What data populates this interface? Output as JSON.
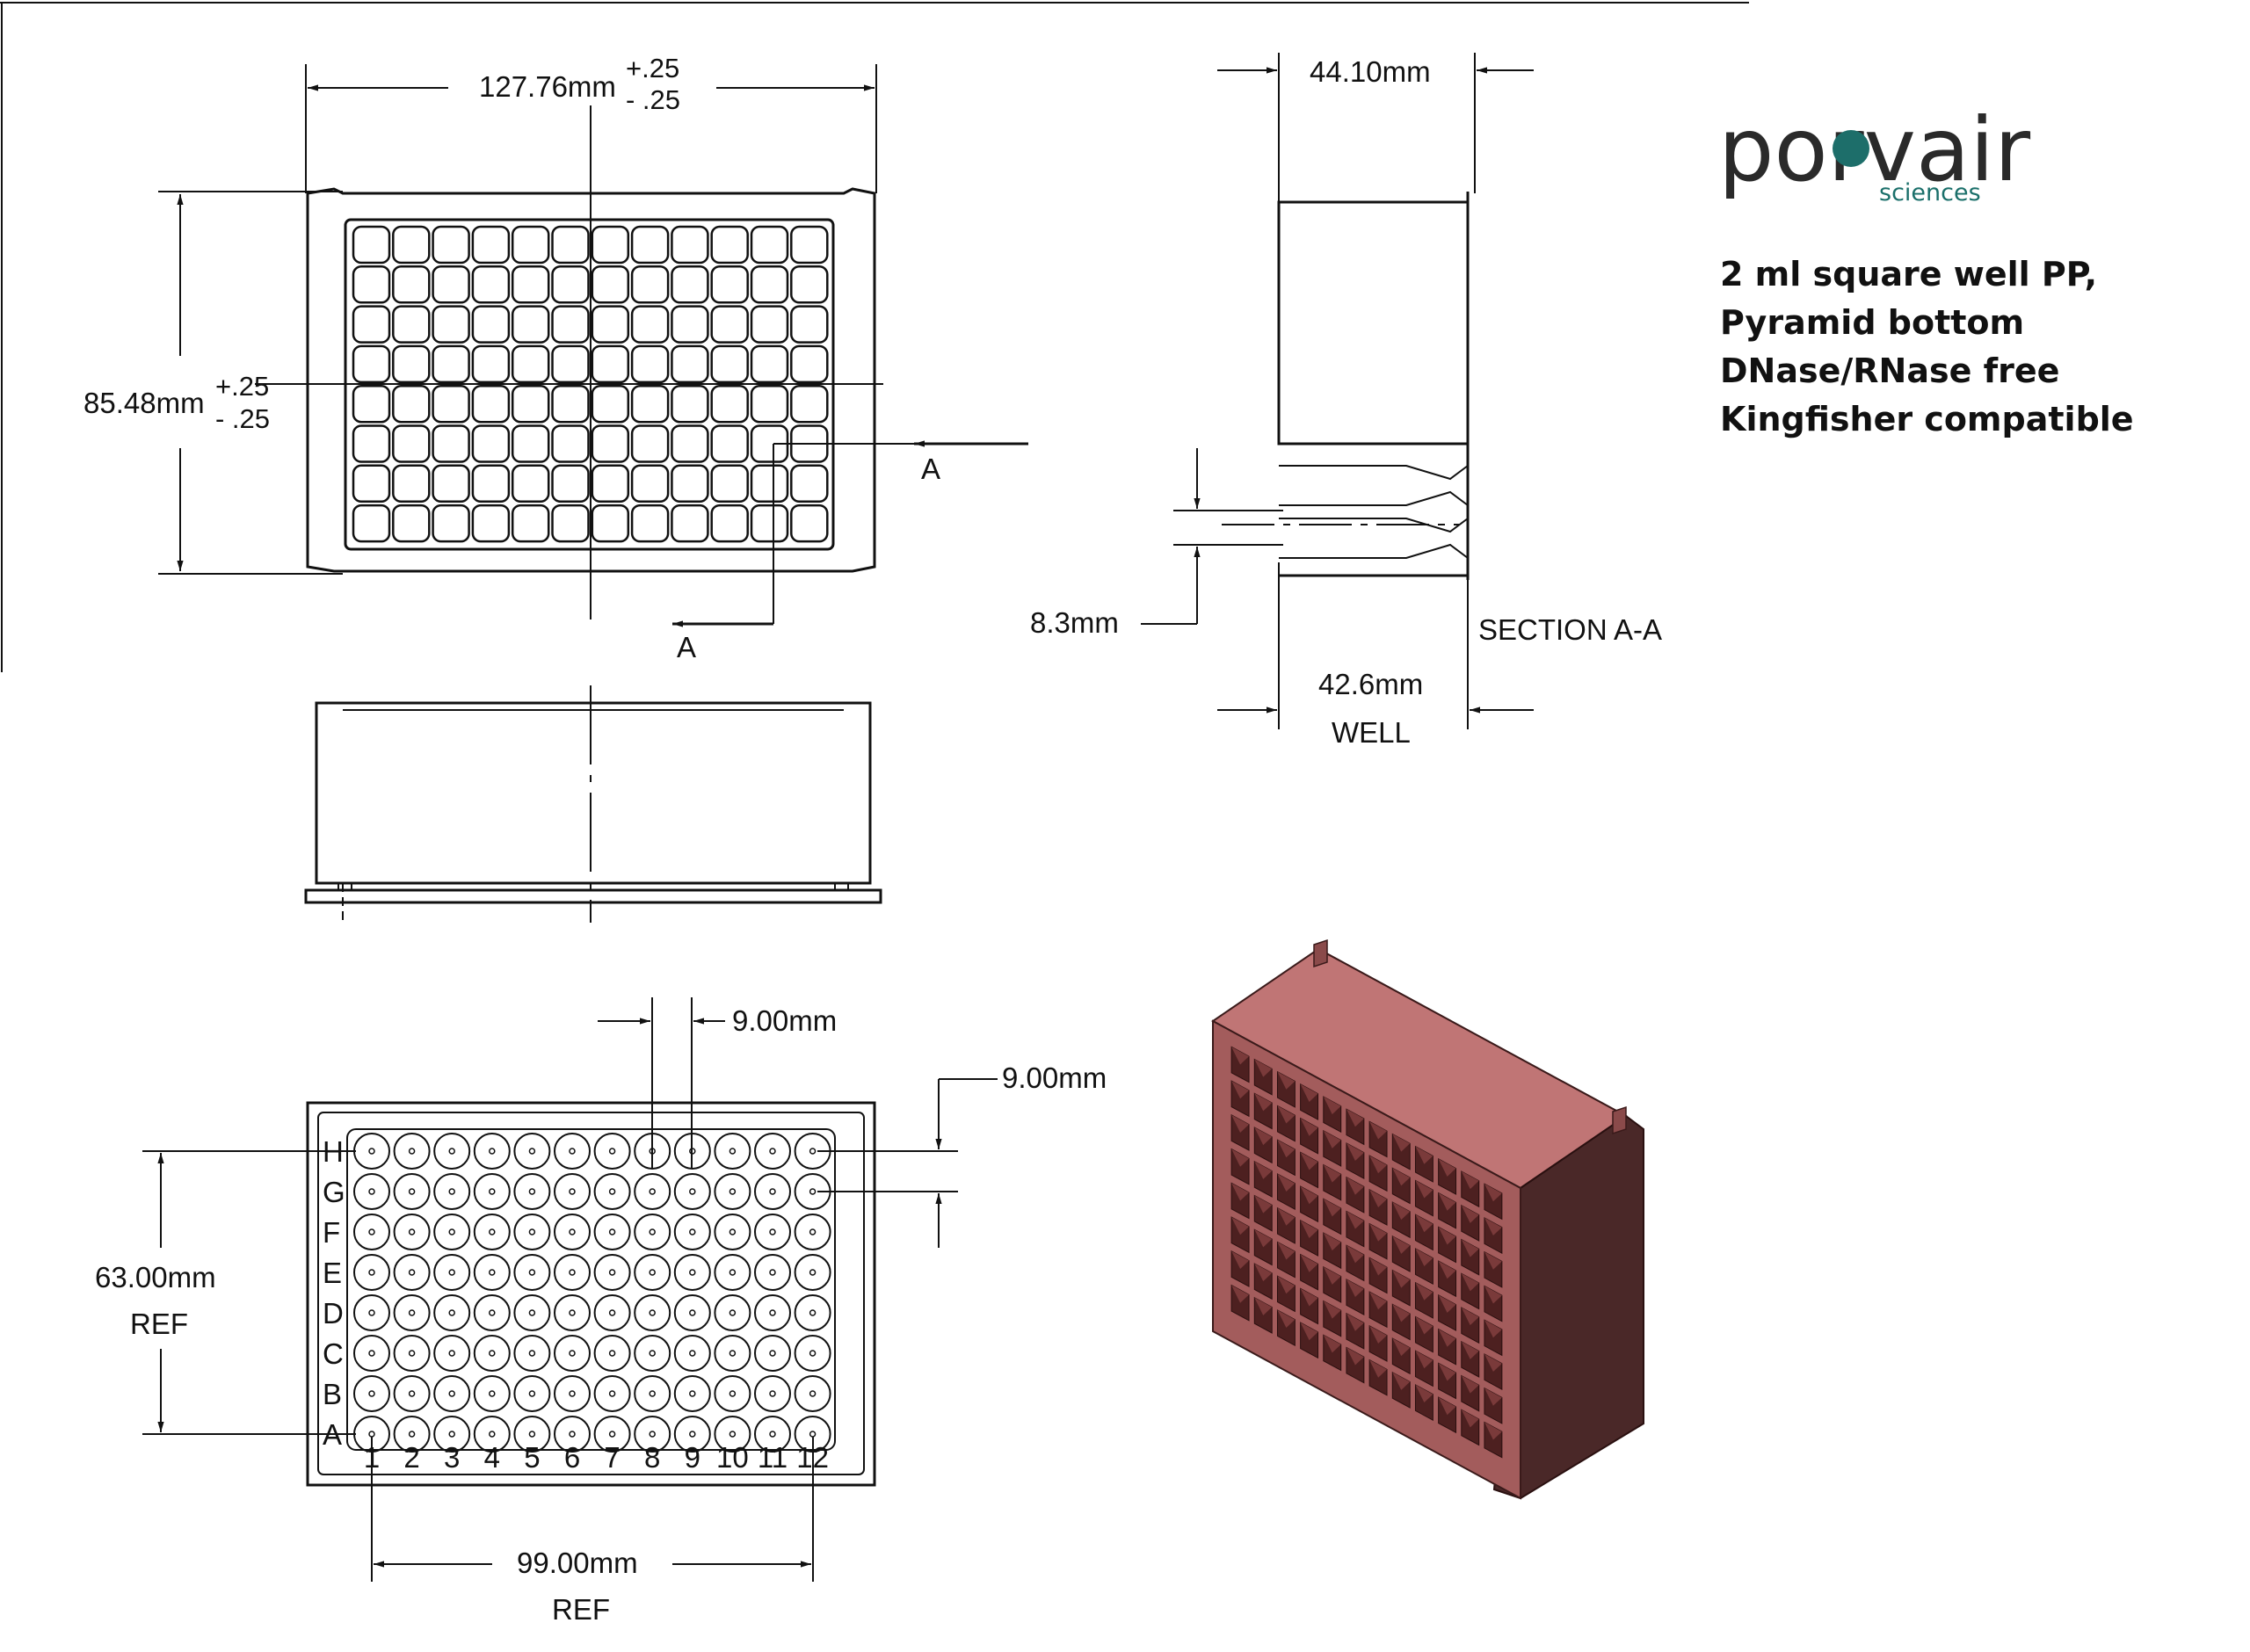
{
  "top_view": {
    "width_label": "127.76mm",
    "width_tol_plus": "+.25",
    "width_tol_minus": "- .25",
    "height_label": "85.48mm",
    "height_tol_plus": "+.25",
    "height_tol_minus": "- .25",
    "section_marker": "A"
  },
  "section_view": {
    "overall_width": "44.10mm",
    "well_step": "8.3mm",
    "well_depth": "42.6mm",
    "well_depth_caption": "WELL",
    "title": "SECTION A-A"
  },
  "layout_view": {
    "pitch_x": "9.00mm",
    "pitch_y": "9.00mm",
    "row_span": "63.00mm",
    "row_span_ref": "REF",
    "col_span": "99.00mm",
    "col_span_ref": "REF",
    "row_letters": [
      "H",
      "G",
      "F",
      "E",
      "D",
      "C",
      "B",
      "A"
    ],
    "col_numbers": [
      "1",
      "2",
      "3",
      "4",
      "5",
      "6",
      "7",
      "8",
      "9",
      "10",
      "11",
      "12"
    ]
  },
  "brand": {
    "name": "porvair",
    "sub": "sciences",
    "accent_color": "#1d6e6a"
  },
  "description": [
    "2 ml square well PP,",
    "Pyramid bottom",
    "DNase/RNase free",
    "Kingfisher compatible"
  ],
  "render_color": "#c07070"
}
